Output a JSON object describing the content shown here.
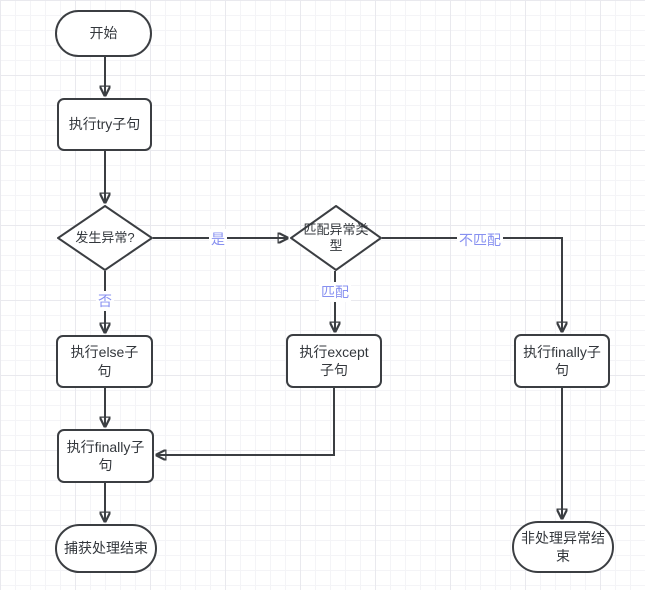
{
  "colors": {
    "background": "#ffffff",
    "grid_minor": "#f4f4f7",
    "grid_major": "#e9e9ee",
    "shape_stroke": "#3b3e42",
    "shape_fill": "#ffffff",
    "node_text": "#33373c",
    "edge_label_text": "#8790f0"
  },
  "nodes": {
    "start": {
      "label": "开始"
    },
    "try_clause": {
      "label": "执行try子句"
    },
    "decision_exception": {
      "label": "发生异常?"
    },
    "decision_match": {
      "label": "匹配异常类\n型"
    },
    "else_clause": {
      "label": "执行else子\n句"
    },
    "except_clause": {
      "label": "执行except\n子句"
    },
    "finally_right": {
      "label": "执行finally子\n句"
    },
    "finally_left": {
      "label": "执行finally子\n句"
    },
    "end_caught": {
      "label": "捕获处理结束"
    },
    "end_unhandled": {
      "label": "非处理异常结\n束"
    }
  },
  "edge_labels": {
    "yes": "是",
    "no": "否",
    "match": "匹配",
    "not_match": "不匹配"
  }
}
